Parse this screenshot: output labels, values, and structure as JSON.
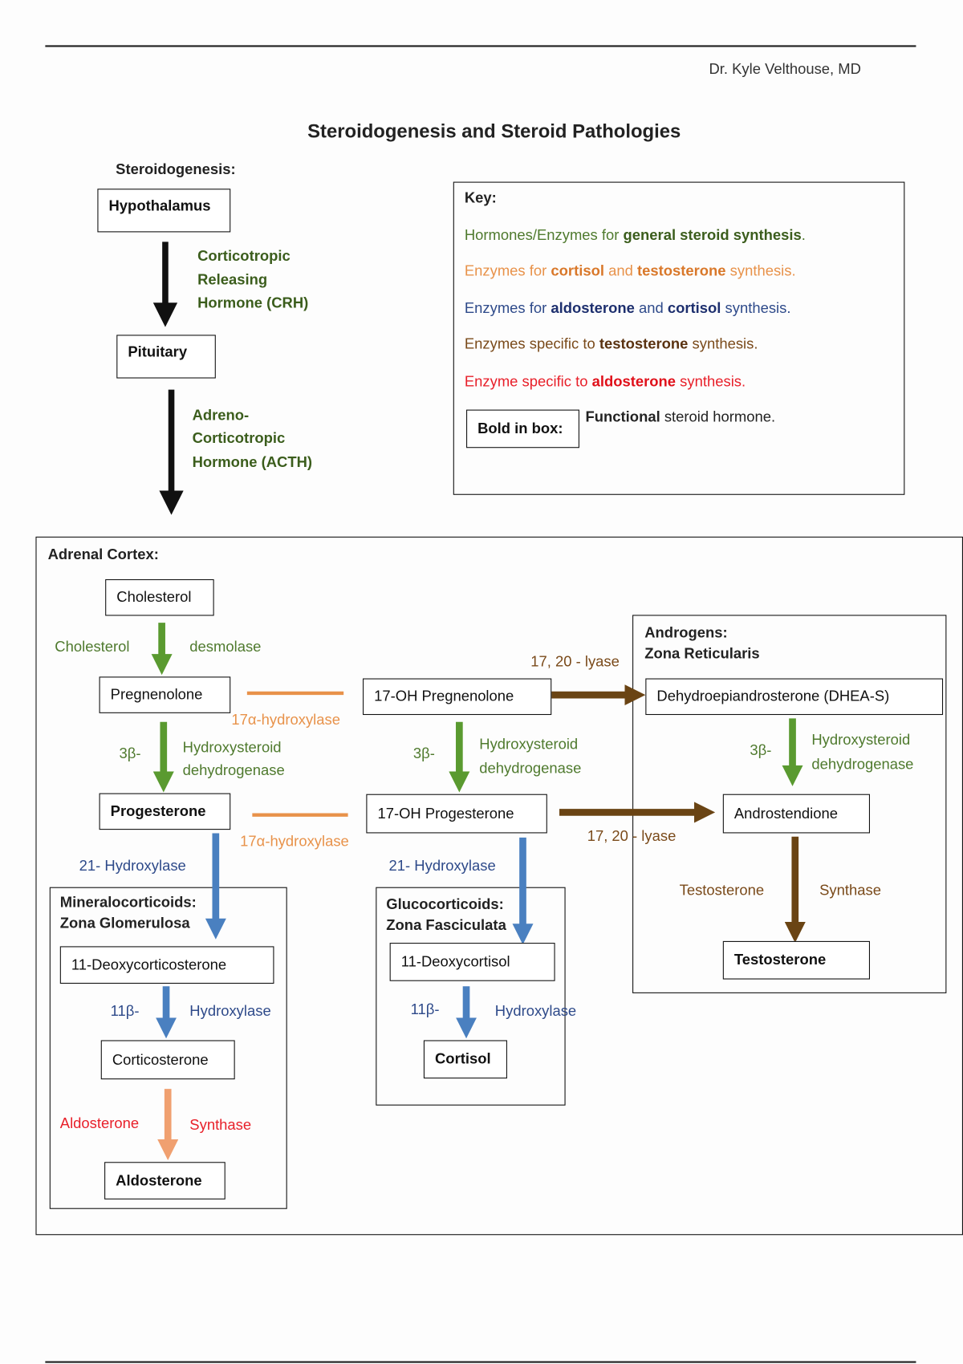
{
  "header": {
    "author": "Dr. Kyle Velthouse, MD",
    "title": "Steroidogenesis and Steroid Pathologies"
  },
  "steroidogenesis": {
    "label": "Steroidogenesis:",
    "hypothalamus": "Hypothalamus",
    "crh": [
      "Corticotropic",
      "Releasing",
      "Hormone (CRH)"
    ],
    "pituitary": "Pituitary",
    "acth": [
      "Adreno-",
      "Corticotropic",
      "Hormone (ACTH)"
    ]
  },
  "key": {
    "label": "Key:",
    "lines": [
      {
        "normal": "Hormones/Enzymes for ",
        "bold": "general steroid synthesis",
        "tail": "."
      },
      {
        "normal": "Enzymes for ",
        "bold": "cortisol",
        "mid": " and ",
        "bold2": "testosterone",
        "tail": " synthesis."
      },
      {
        "normal": "Enzymes for ",
        "bold": "aldosterone",
        "mid": " and ",
        "bold2": "cortisol",
        "tail": " synthesis."
      },
      {
        "normal": "Enzymes specific to ",
        "bold": "testosterone",
        "tail": " synthesis."
      },
      {
        "normal": "Enzyme specific to ",
        "bold": "aldosterone",
        "tail": " synthesis."
      }
    ],
    "bold_box": "Bold in box:",
    "functional_bold": "Functional",
    "functional_tail": " steroid hormone.",
    "colors": {
      "general": "#4f7a2e",
      "cortisol_testosterone": "#e8924a",
      "aldosterone_cortisol": "#2e4a8a",
      "testosterone": "#7a4a1a",
      "aldosterone": "#e8202a"
    }
  },
  "adrenal": {
    "label": "Adrenal Cortex:",
    "cholesterol": "Cholesterol",
    "desmolase": [
      "Cholesterol",
      "desmolase"
    ],
    "pregnenolone": "Pregnenolone",
    "oh_pregnenolone": "17-OH Pregnenolone",
    "hydroxylase17a": "17α-hydroxylase",
    "lyase": "17, 20 - lyase",
    "hsd": [
      "3β-",
      "Hydroxysteroid",
      "dehydrogenase"
    ],
    "progesterone": "Progesterone",
    "oh_progesterone": "17-OH Progesterone",
    "hydroxylase21": "21- Hydroxylase",
    "androgens": {
      "title": [
        "Androgens:",
        "Zona Reticularis"
      ],
      "dhea": "Dehydroepiandrosterone (DHEA-S)",
      "androstenedione": "Androstendione",
      "synthase": [
        "Testosterone",
        "Synthase"
      ],
      "testosterone": "Testosterone"
    },
    "mineralo": {
      "title": [
        "Mineralocorticoids:",
        "Zona Glomerulosa"
      ],
      "doc": "11-Deoxycorticosterone",
      "corticosterone": "Corticosterone",
      "synthase": [
        "Aldosterone",
        "Synthase"
      ],
      "aldosterone": "Aldosterone"
    },
    "gluco": {
      "title": [
        "Glucocorticoids:",
        "Zona Fasciculata"
      ],
      "deoxycortisol": "11-Deoxycortisol",
      "cortisol": "Cortisol"
    },
    "hydroxylase11b": [
      "11β-",
      "Hydroxylase"
    ]
  }
}
